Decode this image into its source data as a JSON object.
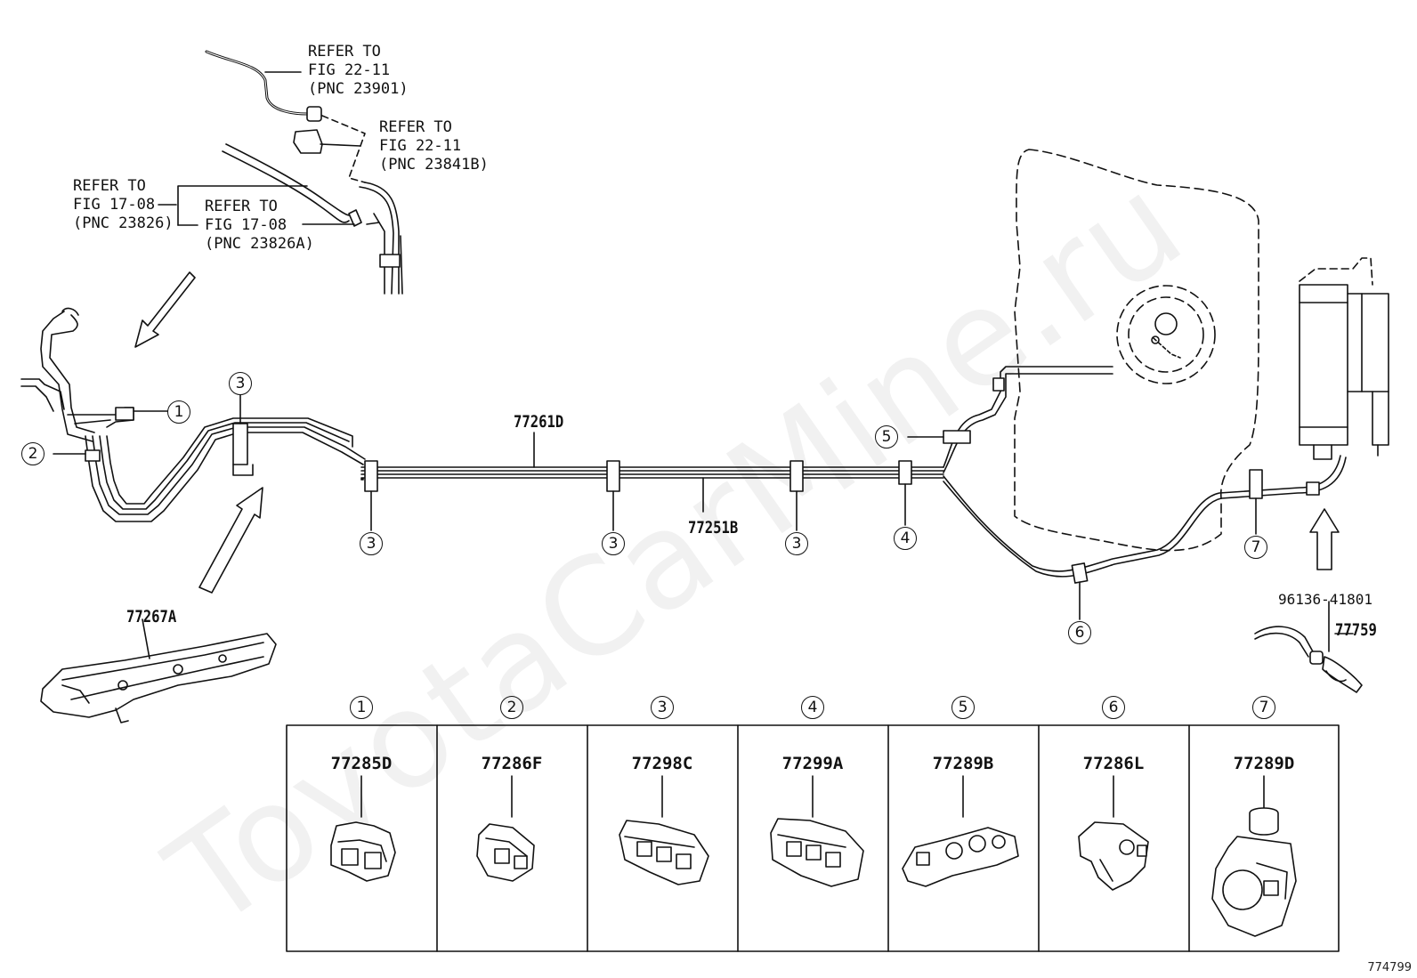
{
  "refer_notes": [
    {
      "line1": "REFER TO",
      "line2": "FIG 22-11",
      "line3": "(PNC 23901)"
    },
    {
      "line1": "REFER TO",
      "line2": "FIG 22-11",
      "line3": "(PNC 23841B)"
    },
    {
      "line1": "REFER TO",
      "line2": "FIG 17-08",
      "line3": "(PNC 23826)"
    },
    {
      "line1": "REFER TO",
      "line2": "FIG 17-08",
      "line3": "(PNC 23826A)"
    }
  ],
  "part_numbers": {
    "upper_line": "77261D",
    "lower_line": "77251B",
    "protector": "77267A",
    "hose": "77759",
    "clip_part": "96136-41801"
  },
  "callouts": [
    "1",
    "2",
    "3",
    "4",
    "5",
    "6",
    "7"
  ],
  "table": [
    {
      "key": "1",
      "part": "77285D"
    },
    {
      "key": "2",
      "part": "77286F"
    },
    {
      "key": "3",
      "part": "77298C"
    },
    {
      "key": "4",
      "part": "77299A"
    },
    {
      "key": "5",
      "part": "77289B"
    },
    {
      "key": "6",
      "part": "77286L"
    },
    {
      "key": "7",
      "part": "77289D"
    }
  ],
  "illustration_number": "774799",
  "watermark": "ToyotaCarMine.ru"
}
